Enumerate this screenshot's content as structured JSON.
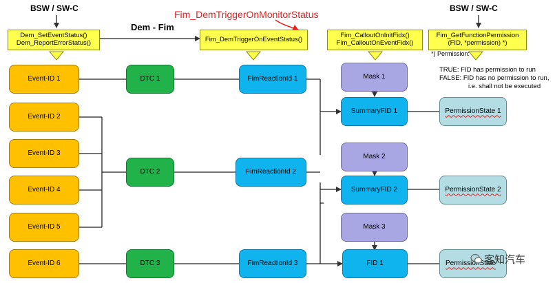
{
  "header": {
    "bsw_left": "BSW / SW-C",
    "bsw_right": "BSW / SW-C",
    "dem_fim": "Dem - Fim",
    "trigger_callout": "Fim_DemTriggerOnMonitorStatus"
  },
  "api_boxes": {
    "dem_api_line1": "Dem_SetEventStatus()",
    "dem_api_line2": "Dem_ReportErrorStatus()",
    "trigger_api": "Fim_DemTriggerOnEventStatus()",
    "callout_line1": "Fim_CalloutOnInitFidx()",
    "callout_line2": "Fim_CalloutOnEventFidx()",
    "getperm_line1": "Fim_GetFunctionPermission",
    "getperm_line2": "(FID, *permission)  *)"
  },
  "legend": {
    "permission_note": "*) Permission:",
    "true_line": "TRUE:   FID has permission to run",
    "false_line1": "FALSE:  FID has no permission to run,",
    "false_line2": "i.e. shall not be executed"
  },
  "events": [
    "Event-ID 1",
    "Event-ID 2",
    "Event-ID 3",
    "Event-ID 4",
    "Event-ID 5",
    "Event-ID 6"
  ],
  "dtcs": [
    "DTC 1",
    "DTC 2",
    "DTC 3"
  ],
  "reactions": [
    "FimReactionId 1",
    "FimReactionId 2",
    "FimReactionId 3"
  ],
  "masks": [
    "Mask 1",
    "Mask 2",
    "Mask 3"
  ],
  "fids": [
    "SummaryFID 1",
    "SummaryFID 2",
    "FID 1"
  ],
  "permission_states": [
    "PermissionState 1",
    "PermissionState 2",
    "PermissionState"
  ],
  "watermark": {
    "text": "客知汽车"
  },
  "colors": {
    "event": "#ffc000",
    "dtc": "#21b24a",
    "reaction": "#0fb4ee",
    "mask": "#a9a6e4",
    "permission": "#b3dde3",
    "api_box": "#ffff4d",
    "callout_text": "#e62020"
  }
}
